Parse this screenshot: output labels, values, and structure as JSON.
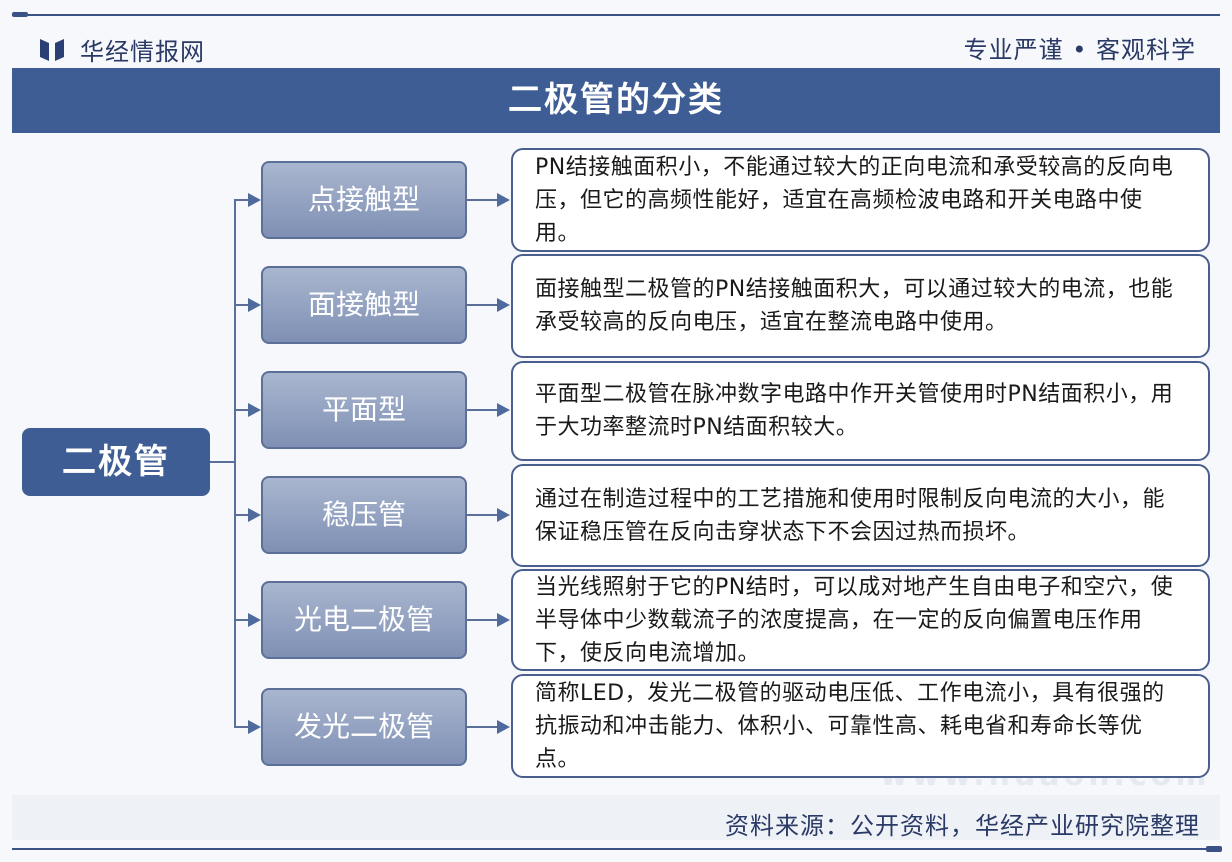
{
  "header": {
    "brand": "华经情报网",
    "slogan": "专业严谨 • 客观科学"
  },
  "title": "二极管的分类",
  "root": "二极管",
  "categories": [
    {
      "label": "点接触型",
      "desc": "PN结接触面积小，不能通过较大的正向电流和承受较高的反向电压，但它的高频性能好，适宜在高频检波电路和开关电路中使用。"
    },
    {
      "label": "面接触型",
      "desc": "面接触型二极管的PN结接触面积大，可以通过较大的电流，也能承受较高的反向电压，适宜在整流电路中使用。"
    },
    {
      "label": "平面型",
      "desc": "平面型二极管在脉冲数字电路中作开关管使用时PN结面积小，用于大功率整流时PN结面积较大。"
    },
    {
      "label": "稳压管",
      "desc": "通过在制造过程中的工艺措施和使用时限制反向电流的大小，能保证稳压管在反向击穿状态下不会因过热而损坏。"
    },
    {
      "label": "光电二极管",
      "desc": "当光线照射于它的PN结时，可以成对地产生自由电子和空穴，使半导体中少数载流子的浓度提高，在一定的反向偏置电压作用下，使反向电流增加。"
    },
    {
      "label": "发光二极管",
      "desc": "简称LED，发光二极管的驱动电压低、工作电流小，具有很强的抗振动和冲击能力、体积小、可靠性高、耗电省和寿命长等优点。"
    }
  ],
  "watermark": {
    "name": "华经产业研究院",
    "url": "www.huaon.com"
  },
  "footer": {
    "source": "资料来源：公开资料，华经产业研究院整理"
  },
  "colors": {
    "primary": "#3f5d95",
    "category": "#8d9dbe"
  }
}
